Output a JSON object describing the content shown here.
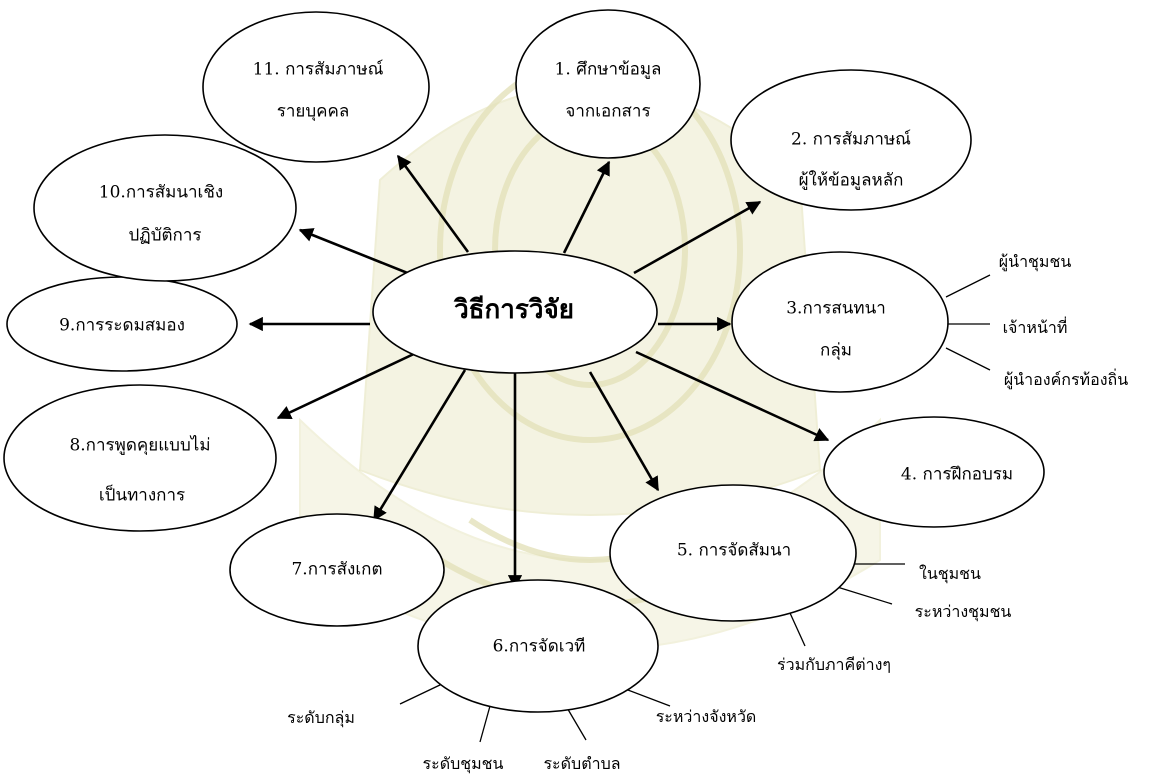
{
  "center": {
    "label": "วิธีการวิจัย"
  },
  "methods": [
    {
      "id": "m1",
      "line1": "1. ศึกษาข้อมูล",
      "line2": "จากเอกสาร"
    },
    {
      "id": "m2",
      "line1": "2. การสัมภาษณ์",
      "line2": "ผู้ให้ข้อมูลหลัก"
    },
    {
      "id": "m3",
      "line1": "3.การสนทนา",
      "line2": "กลุ่ม"
    },
    {
      "id": "m4",
      "line1": "4. การฝึกอบรม",
      "line2": ""
    },
    {
      "id": "m5",
      "line1": "5. การจัดสัมนา",
      "line2": ""
    },
    {
      "id": "m6",
      "line1": "6.การจัดเวที",
      "line2": ""
    },
    {
      "id": "m7",
      "line1": "7.การสังเกต",
      "line2": ""
    },
    {
      "id": "m8",
      "line1": "8.การพูดคุยแบบไม่",
      "line2": "เป็นทางการ"
    },
    {
      "id": "m9",
      "line1": "9.การระดมสมอง",
      "line2": ""
    },
    {
      "id": "m10",
      "line1": "10.การสัมนาเชิง",
      "line2": "ปฏิบัติการ"
    },
    {
      "id": "m11",
      "line1": "11. การสัมภาษณ์",
      "line2": "รายบุคคล"
    }
  ],
  "sub_labels": {
    "m3": [
      "ผู้นำชุมชน",
      "เจ้าหน้าที่",
      "ผู้นำองค์กรท้องถิ่น"
    ],
    "m5": [
      "ในชุมชน",
      "ระหว่างชุมชน",
      "ร่วมกับภาคีต่างๆ"
    ],
    "m6": [
      "ระดับกลุ่ม",
      "ระดับชุมชน",
      "ระดับตำบล",
      "ระหว่างจังหวัด"
    ]
  },
  "colors": {
    "watermark": "#e9e8c6",
    "stroke": "#000000",
    "fill": "#ffffff"
  }
}
